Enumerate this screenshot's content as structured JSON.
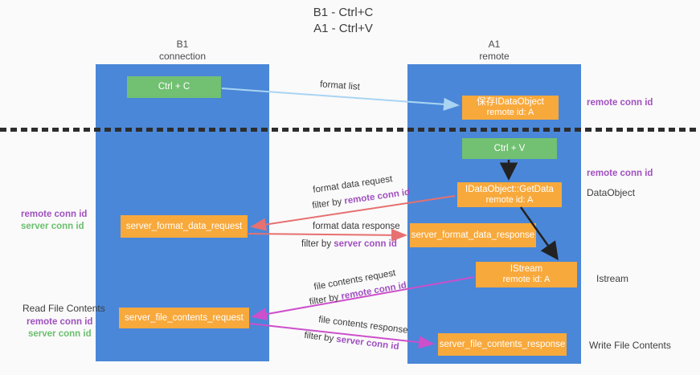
{
  "title": {
    "line1": "B1 - Ctrl+C",
    "line2": "A1 - Ctrl+V"
  },
  "columns": {
    "left": {
      "header_line1": "B1",
      "header_line2": "connection"
    },
    "right": {
      "header_line1": "A1",
      "header_line2": "remote"
    }
  },
  "nodes": {
    "ctrl_c": "Ctrl + C",
    "ctrl_v": "Ctrl + V",
    "save_dataobject_line1": "保存IDataObject",
    "save_dataobject_line2": "remote id: A",
    "getdata_line1": "IDataObject::GetData",
    "getdata_line2": "remote id: A",
    "istream_line1": "IStream",
    "istream_line2": "remote id: A",
    "server_format_data_request": "server_format_data_request",
    "server_format_data_response": "server_format_data_response",
    "server_file_contents_request": "server_file_contents_request",
    "server_file_contents_response": "server_file_contents_response"
  },
  "arrow_labels": {
    "format_list": "format list",
    "format_data_request": "format data request",
    "format_data_request_filter_prefix": "filter by ",
    "format_data_request_filter_id": "remote conn id",
    "format_data_response": "format data response",
    "format_data_response_filter_prefix": "filter by ",
    "format_data_response_filter_id": "server conn id",
    "file_contents_request": "file contents request",
    "file_contents_request_filter_prefix": "filter by ",
    "file_contents_request_filter_id": "remote conn id",
    "file_contents_response": "file contents response",
    "file_contents_response_filter_prefix": "filter by ",
    "file_contents_response_filter_id": "server conn id"
  },
  "side_labels": {
    "top_right_remote_conn_id": "remote conn id",
    "mid_right_remote_conn_id": "remote conn id",
    "dataobject": "DataObject",
    "istream": "Istream",
    "write_file_contents": "Write File Contents",
    "left_remote_conn_id_1": "remote conn id",
    "left_server_conn_id_1": "server conn id",
    "read_file_contents": "Read File Contents",
    "left_remote_conn_id_2": "remote conn id",
    "left_server_conn_id_2": "server conn id"
  },
  "colors": {
    "column_blue": "#4a87d8",
    "node_green": "#72c072",
    "node_orange": "#f8a93c",
    "arrow_light_blue": "#a9d4f2",
    "arrow_red": "#e77070",
    "arrow_magenta": "#cc4fcc",
    "arrow_black": "#222222",
    "label_purple": "#a050c0",
    "label_green": "#6abf6e",
    "text_dark": "#3d3d3d",
    "background": "#fafafa"
  }
}
